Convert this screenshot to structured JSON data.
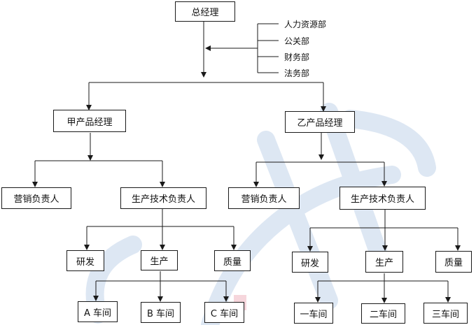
{
  "colors": {
    "line": "#1a1a1a",
    "box_border": "#1a1a1a",
    "watermark": "#dde7f3",
    "watermark_accent": "#f6d6dc"
  },
  "ceo": "总经理",
  "staff_departments": [
    "人力资源部",
    "公关部",
    "财务部",
    "法务部"
  ],
  "product_a": {
    "manager": "甲产品经理",
    "marketing": "营销负责人",
    "production_tech": "生产技术负责人",
    "research": "研发",
    "production": "生产",
    "quality": "质量",
    "workshops": [
      "A 车间",
      "B 车间",
      "C 车间"
    ]
  },
  "product_b": {
    "manager": "乙产品经理",
    "marketing": "营销负责人",
    "production_tech": "生产技术负责人",
    "research": "研发",
    "production": "生产",
    "quality": "质量",
    "workshops": [
      "一车间",
      "二车间",
      "三车间"
    ]
  }
}
